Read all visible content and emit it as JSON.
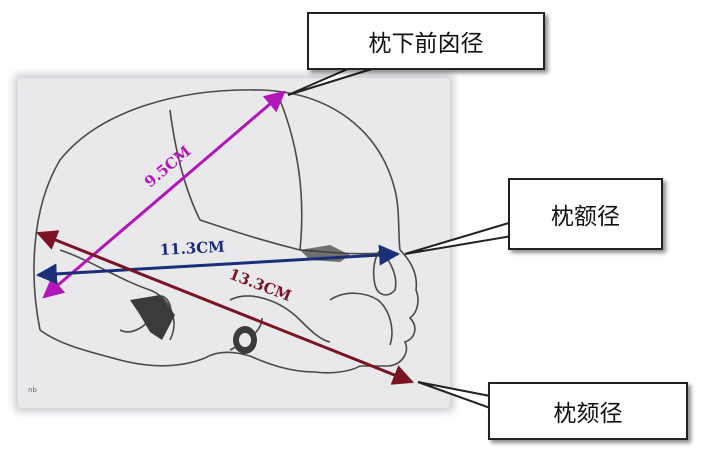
{
  "labels": {
    "suboccipitobregmatic": "枕下前囟径",
    "occipitofrontal": "枕额径",
    "occipitomental": "枕颏径"
  },
  "measurements": {
    "suboccipitobregmatic": "9.5CM",
    "occipitofrontal": "11.3CM",
    "occipitomental": "13.3CM"
  },
  "small_mark": "nb",
  "colors": {
    "suboccipitobregmatic": "#b316b8",
    "occipitofrontal": "#1a2e7a",
    "occipitomental": "#7a1424",
    "skull_line": "#4a4a4a",
    "panel": "#e9e9ec"
  }
}
